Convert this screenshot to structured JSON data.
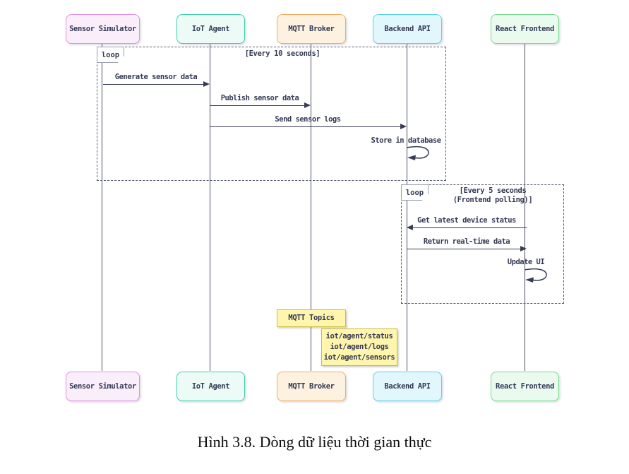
{
  "actors": [
    {
      "label": "Sensor Simulator",
      "fill": "#fbeefb",
      "border": "#e18fe5"
    },
    {
      "label": "IoT Agent",
      "fill": "#ecfbf6",
      "border": "#3ecfad"
    },
    {
      "label": "MQTT Broker",
      "fill": "#fdf1e0",
      "border": "#f3a960"
    },
    {
      "label": "Backend API",
      "fill": "#e2f7fc",
      "border": "#5ad0e7"
    },
    {
      "label": "React Frontend",
      "fill": "#eafaee",
      "border": "#74da8e"
    }
  ],
  "loops": [
    {
      "badge": "loop",
      "title": "[Every 10 seconds]"
    },
    {
      "badge": "loop",
      "title_line1": "[Every 5 seconds",
      "title_line2": "(Frontend polling)]"
    }
  ],
  "messages": [
    {
      "label": "Generate sensor data"
    },
    {
      "label": "Publish sensor data"
    },
    {
      "label": "Send sensor logs"
    },
    {
      "label": "Store in database"
    },
    {
      "label": "Get latest device status"
    },
    {
      "label": "Return real-time data"
    },
    {
      "label": "Update UI"
    }
  ],
  "notes": {
    "title": "MQTT Topics",
    "topics": [
      "iot/agent/status",
      "iot/agent/logs",
      "iot/agent/sensors"
    ]
  },
  "caption": "Hình 3.8. Dòng dữ liệu thời gian thực",
  "colors": {
    "ink": "#343a55",
    "note_fill": "#fff5ad",
    "note_border": "#c9bc45"
  }
}
